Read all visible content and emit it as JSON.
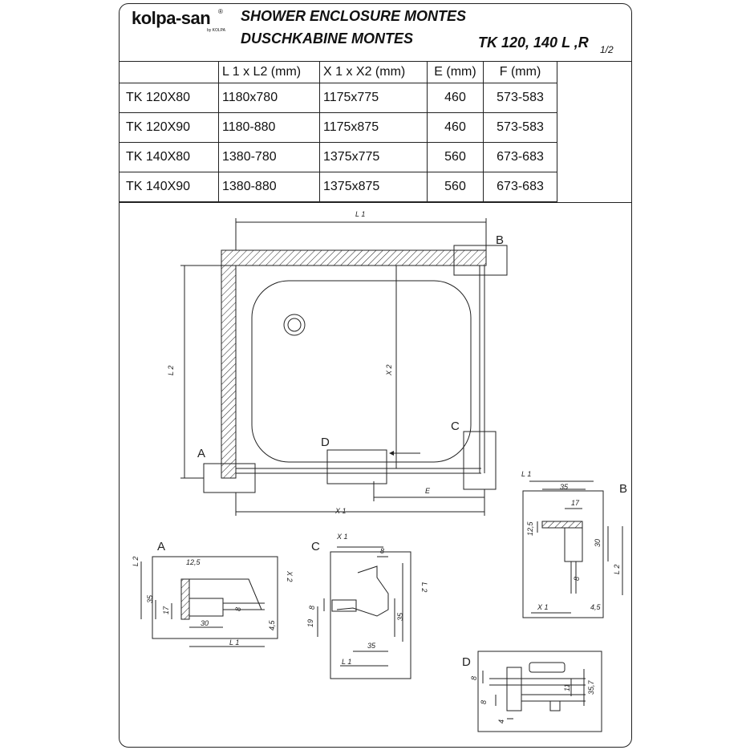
{
  "header": {
    "logo_text": "kolpa-san",
    "logo_sub": "by KOLPA",
    "trademark": "®",
    "title_en": "SHOWER ENCLOSURE MONTES",
    "title_de": "DUSCHKABINE  MONTES",
    "model": "TK 120, 140 L ,R",
    "model_fraction": "1/2"
  },
  "table": {
    "headers": [
      "",
      "L 1 x L2 (mm)",
      "X 1 x X2 (mm)",
      "E (mm)",
      "F (mm)"
    ],
    "rows": [
      [
        "TK 120X80",
        "1180x780",
        "1175x775",
        "460",
        "573-583"
      ],
      [
        "TK 120X90",
        "1180-880",
        "1175x875",
        "460",
        "573-583"
      ],
      [
        "TK 140X80",
        "1380-780",
        "1375x775",
        "560",
        "673-683"
      ],
      [
        "TK 140X90",
        "1380-880",
        "1375x875",
        "560",
        "673-683"
      ]
    ]
  },
  "main_drawing": {
    "label_l1": "L 1",
    "label_l2": "L 2",
    "label_x1": "X 1",
    "label_x2": "X 2",
    "label_e": "E",
    "callouts": [
      "A",
      "B",
      "C",
      "D"
    ]
  },
  "detail_a": {
    "title": "A",
    "dims": [
      "L 2",
      "12,5",
      "X 2",
      "35",
      "17",
      "8",
      "30",
      "4,5",
      "L 1"
    ]
  },
  "detail_b": {
    "title": "B",
    "dims": [
      "L 1",
      "35",
      "17",
      "12,5",
      "30",
      "8",
      "L 2",
      "X 1",
      "4,5"
    ]
  },
  "detail_c": {
    "title": "C",
    "dims": [
      "X 1",
      "8",
      "L 2",
      "8",
      "19",
      "35",
      "35",
      "L 1"
    ]
  },
  "detail_d": {
    "title": "D",
    "dims": [
      "8",
      "11",
      "35,7",
      "8",
      "4"
    ]
  },
  "colors": {
    "ink": "#111111",
    "paper": "#ffffff"
  }
}
